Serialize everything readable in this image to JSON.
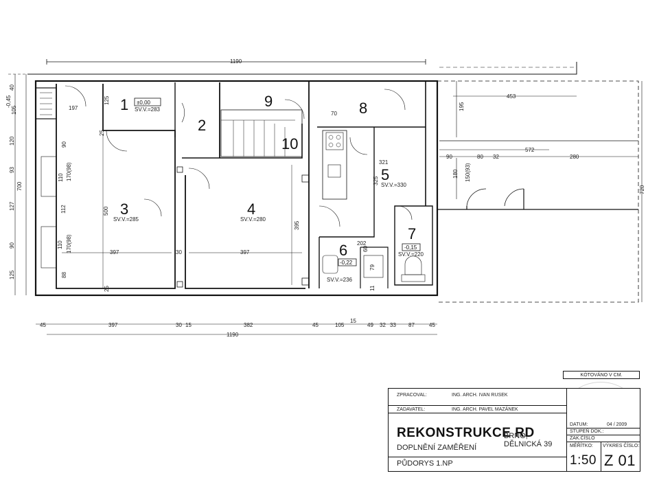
{
  "plan": {
    "total_width_top": "1190",
    "total_width_bottom": "1190",
    "left_dims": [
      "-0,45",
      "105",
      "40",
      "120",
      "93",
      "127",
      "90",
      "125",
      "700"
    ],
    "bottom_dims": [
      "45",
      "397",
      "30",
      "15",
      "382",
      "45",
      "105",
      "15",
      "49",
      "32",
      "33",
      "87",
      "45"
    ],
    "rooms": [
      {
        "num": "1",
        "level": "±0,00",
        "sv": "SV.V.=283"
      },
      {
        "num": "2",
        "level": "",
        "sv": ""
      },
      {
        "num": "3",
        "level": "",
        "sv": "SV.V.=285"
      },
      {
        "num": "4",
        "level": "",
        "sv": "SV.V.=280"
      },
      {
        "num": "5",
        "level": "",
        "sv": "SV.V.=330"
      },
      {
        "num": "6",
        "level": "-0,22",
        "sv": "SV.V.=236"
      },
      {
        "num": "7",
        "level": "-0,15",
        "sv": "SV.V.=220"
      },
      {
        "num": "8",
        "level": "",
        "sv": ""
      },
      {
        "num": "9",
        "level": "",
        "sv": ""
      },
      {
        "num": "10",
        "level": "",
        "sv": ""
      }
    ],
    "inner_dims": {
      "d397a": "397",
      "d397b": "397",
      "d30": "30",
      "d500": "500",
      "d395": "395",
      "d125": "125",
      "d25a": "25",
      "d25b": "25",
      "d453": "453",
      "d572": "572",
      "d280": "280",
      "d90": "90",
      "d80": "80",
      "d32": "32",
      "d195": "195",
      "d180": "180",
      "d150": "150(93)",
      "d321": "321",
      "d325": "325",
      "d202": "202",
      "d70": "70",
      "d60": "60",
      "d79": "79",
      "d11": "11",
      "d720": "720",
      "d170a": "170(98)",
      "d170b": "170(98)",
      "d110a": "110",
      "d110b": "110",
      "d112": "112",
      "d88": "88",
      "d90b": "90",
      "d197": "197"
    }
  },
  "title_block": {
    "kotovano": "KÓTOVÁNO V CM.",
    "zpracoval_label": "ZPRACOVAL:",
    "zpracoval_value": "ING. ARCH. IVAN RUSEK",
    "zadavatel_label": "ZADAVATEL:",
    "zadavatel_value": "ING. ARCH. PAVEL MAZÁNEK",
    "project_title": "REKONSTRUKCE RD",
    "project_address": "BRNO, DĚLNICKÁ 39",
    "subtitle": "DOPLNĚNÍ ZAMĚŘENÍ",
    "drawing_name": "PŮDORYS 1.NP",
    "datum_label": "DATUM:",
    "datum_value": "04 / 2009",
    "stupen_label": "STUPEŇ DOK.:",
    "zak_label": "ZAK.ČÍSLO",
    "meritko_label": "MĚŘÍTKO:",
    "meritko_value": "1:50",
    "vykres_label": "VÝKRES ČÍSLO:",
    "vykres_value": "Z 01"
  }
}
